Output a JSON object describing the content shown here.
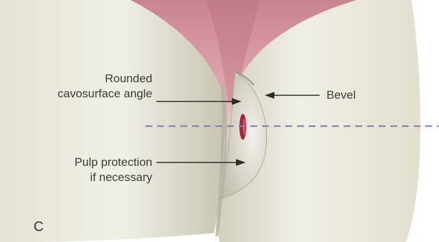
{
  "labels": {
    "rounded_cavosurface": [
      "Rounded",
      "cavosurface angle"
    ],
    "bevel": "Bevel",
    "pulp_protection": [
      "Pulp protection",
      "if necessary"
    ],
    "panel": "C"
  },
  "colors": {
    "gingiva": "#c9848f",
    "gingiva_light": "#e7b7bd",
    "tooth": "#ece9dc",
    "tooth_shadow": "#bdb9a7",
    "cavity": "#d4d1c4",
    "pulp": "#a3243c",
    "reference_line": "#8f7fab",
    "leader_line": "#2b2b2b"
  }
}
